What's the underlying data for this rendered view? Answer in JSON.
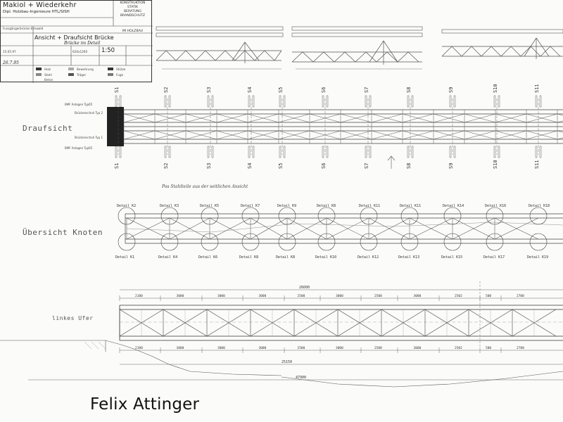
{
  "title_block": {
    "firm": "Makiol + Wiederkehr",
    "firm_sub": "Dipl. Holzbau-Ingenieure HTL/SISH",
    "services": [
      "KONSTRUKTION",
      "STATIK",
      "BERATUNG",
      "BRANDSCHUTZ"
    ],
    "services_sub": "IM HOLZBAU",
    "project": "Fussgängerbrücke Elmwald",
    "drawing_title": "Ansicht + Draufsicht Brücke",
    "drawing_sub": "Brücke im Detail",
    "scale": "1:50",
    "date": "15.05.97",
    "format": "620x1260",
    "handwritten_date": "26.7.95",
    "legend": [
      "Holz",
      "Stahl",
      "Beton",
      "Bewehrung",
      "Träger",
      "Stütze",
      "Fuge"
    ]
  },
  "sections": {
    "draufsicht": "Draufsicht",
    "knoten": "Übersicht Knoten",
    "ufer": "linkes Ufer"
  },
  "axes": [
    "S1",
    "S2",
    "S3",
    "S4",
    "S5",
    "S6",
    "S7",
    "S8",
    "S9",
    "S10",
    "S11"
  ],
  "side_labels": {
    "left_top": "BMF Anlagen Typ65",
    "left_mid": "Brückenschuh Typ 2",
    "left_low": "Brückenschuh Typ 1",
    "left_bottom": "BMF Anlagen Typ65"
  },
  "details_top": [
    "Detail K2",
    "Detail K3",
    "Detail K5",
    "Detail K7",
    "Detail K9",
    "Detail K8",
    "Detail K11",
    "Detail K11",
    "Detail K14",
    "Detail K16",
    "Detail K18"
  ],
  "details_bottom": [
    "Detail K1",
    "Detail K4",
    "Detail K6",
    "Detail K8",
    "Detail K8",
    "Detail K10",
    "Detail K12",
    "Detail K13",
    "Detail K15",
    "Detail K17",
    "Detail K19"
  ],
  "handwritten_note": "Pos Stahlteile aus der seitlichen Ansicht",
  "dimensions": {
    "overall_top": "26600",
    "overall_bottom": "47900",
    "mid": "25150",
    "segments": [
      "2180",
      "3000",
      "3000",
      "3000",
      "2500",
      "3000",
      "2500",
      "3000",
      "2502",
      "500",
      "2708"
    ]
  },
  "caption": "Felix Attinger"
}
